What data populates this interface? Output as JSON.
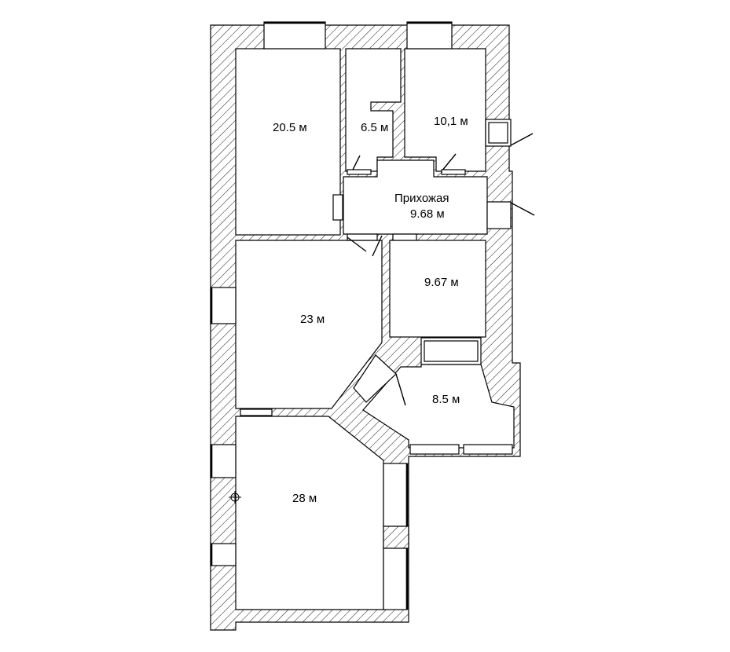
{
  "rooms": {
    "room_top_left": "20.5 м",
    "room_bath": "6.5 м",
    "room_top_right": "10,1 м",
    "hall_name": "Прихожая",
    "hall_area": "9.68 м",
    "room_middle_right": "9.67 м",
    "room_middle_left": "23 м",
    "room_angled": "8.5 м",
    "room_bottom": "28 м"
  },
  "colors": {
    "walls": "#000000",
    "background": "#ffffff"
  },
  "icons": [
    "door-swing-icon",
    "window-icon",
    "crosshair-icon"
  ]
}
